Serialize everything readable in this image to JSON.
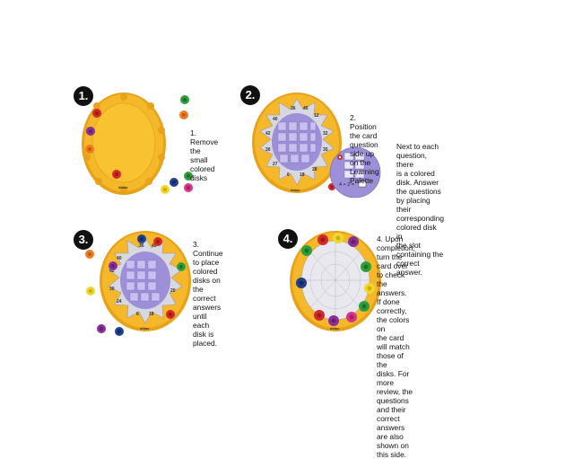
{
  "steps": [
    {
      "number": "1.",
      "caption": "1. Remove the\nsmall colored\ndisks"
    },
    {
      "number": "2.",
      "caption": "2. Position the card question side up\non the Learning Palette",
      "note": "Next to each question, there\nis a colored disk. Answer\nthe questions by placing their\ncorresponding colored disk in\nthe slot containing the correct\nanswer."
    },
    {
      "number": "3.",
      "caption": "3. Continue to place\ncolored disks on the\ncorrect answers until\neach disk is placed."
    },
    {
      "number": "4.",
      "caption": "4. Upon completion, turn the\ncard over to check the answers.\nIf done correctly, the colors on\nthe card will match those of the\ndisks. For more review, the\nquestions and their correct\nanswers are also shown on\nthis side."
    }
  ],
  "brand_text": "didax",
  "card_numbers": [
    "36",
    "45",
    "12",
    "40",
    "42",
    "32",
    "30",
    "35",
    "27",
    "6",
    "18",
    "28",
    "20",
    "24"
  ],
  "magnifier_equation": "4 × 2 =",
  "colors": {
    "palette_yellow": "#f5b82a",
    "palette_rim": "#e8a21a",
    "card_lavender": "#9d8fd8",
    "disk_red": "#d12a2a",
    "disk_green": "#2e9e3a",
    "disk_orange": "#ef7a1f",
    "disk_purple": "#8a2e9c",
    "disk_blue": "#23408f",
    "disk_yellow": "#f2d62a",
    "disk_pink": "#d6348a"
  }
}
